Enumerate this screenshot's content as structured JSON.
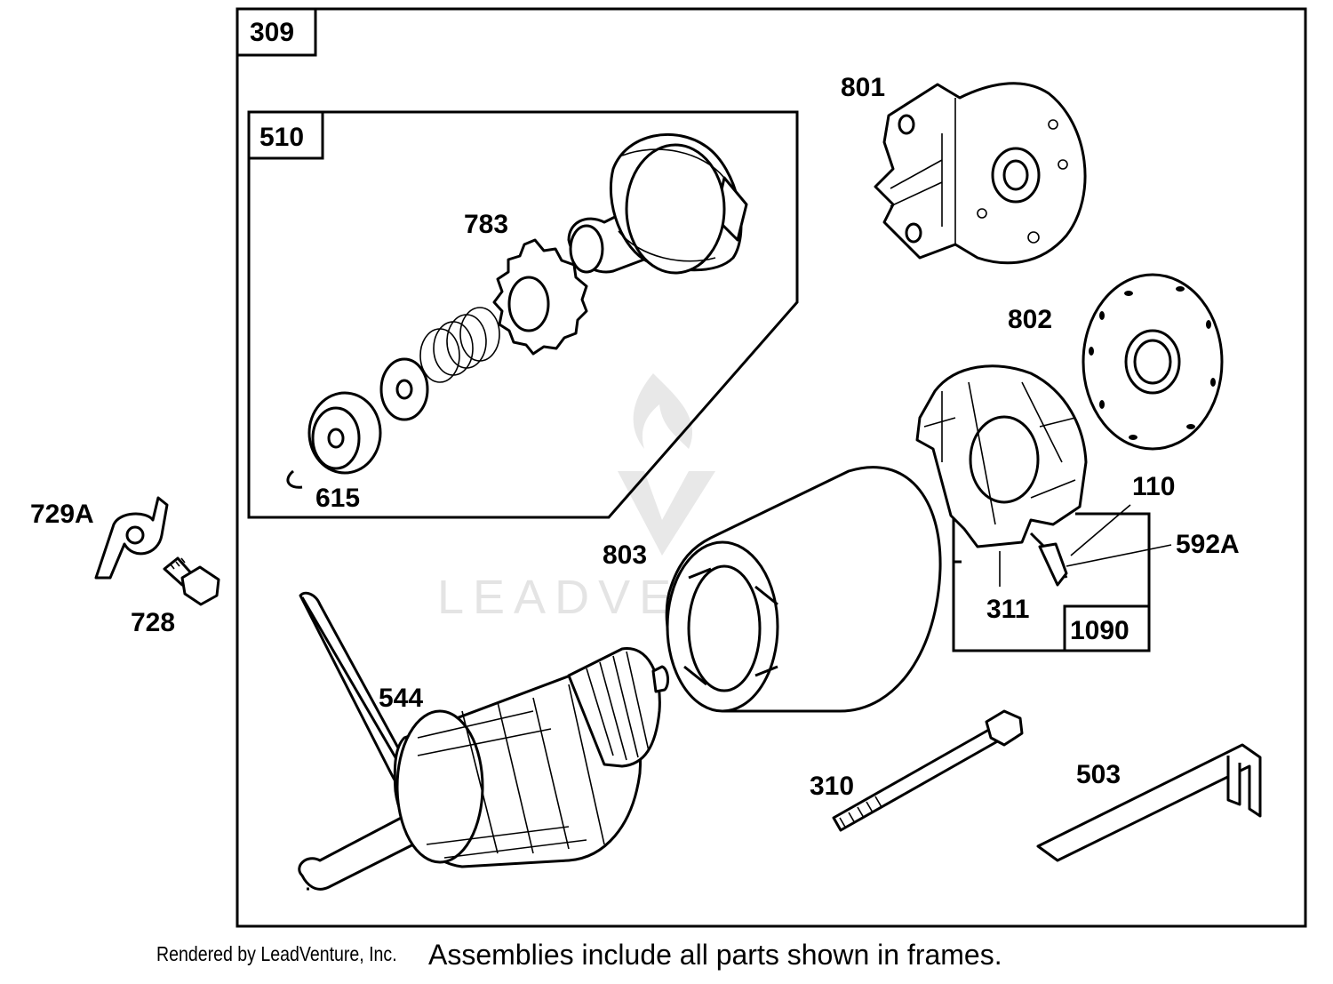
{
  "frames": {
    "outer_label": "309",
    "drive_label": "510",
    "brush_label": "1090"
  },
  "callouts": {
    "p801": "801",
    "p783": "783",
    "p802": "802",
    "p615": "615",
    "p729a": "729A",
    "p728": "728",
    "p803": "803",
    "p110": "110",
    "p592a": "592A",
    "p311": "311",
    "p544": "544",
    "p310": "310",
    "p503": "503"
  },
  "watermark": "LEADVENTURE",
  "footer": {
    "credit": "Rendered by LeadVenture, Inc.",
    "note": "Assemblies include all parts shown in frames."
  }
}
